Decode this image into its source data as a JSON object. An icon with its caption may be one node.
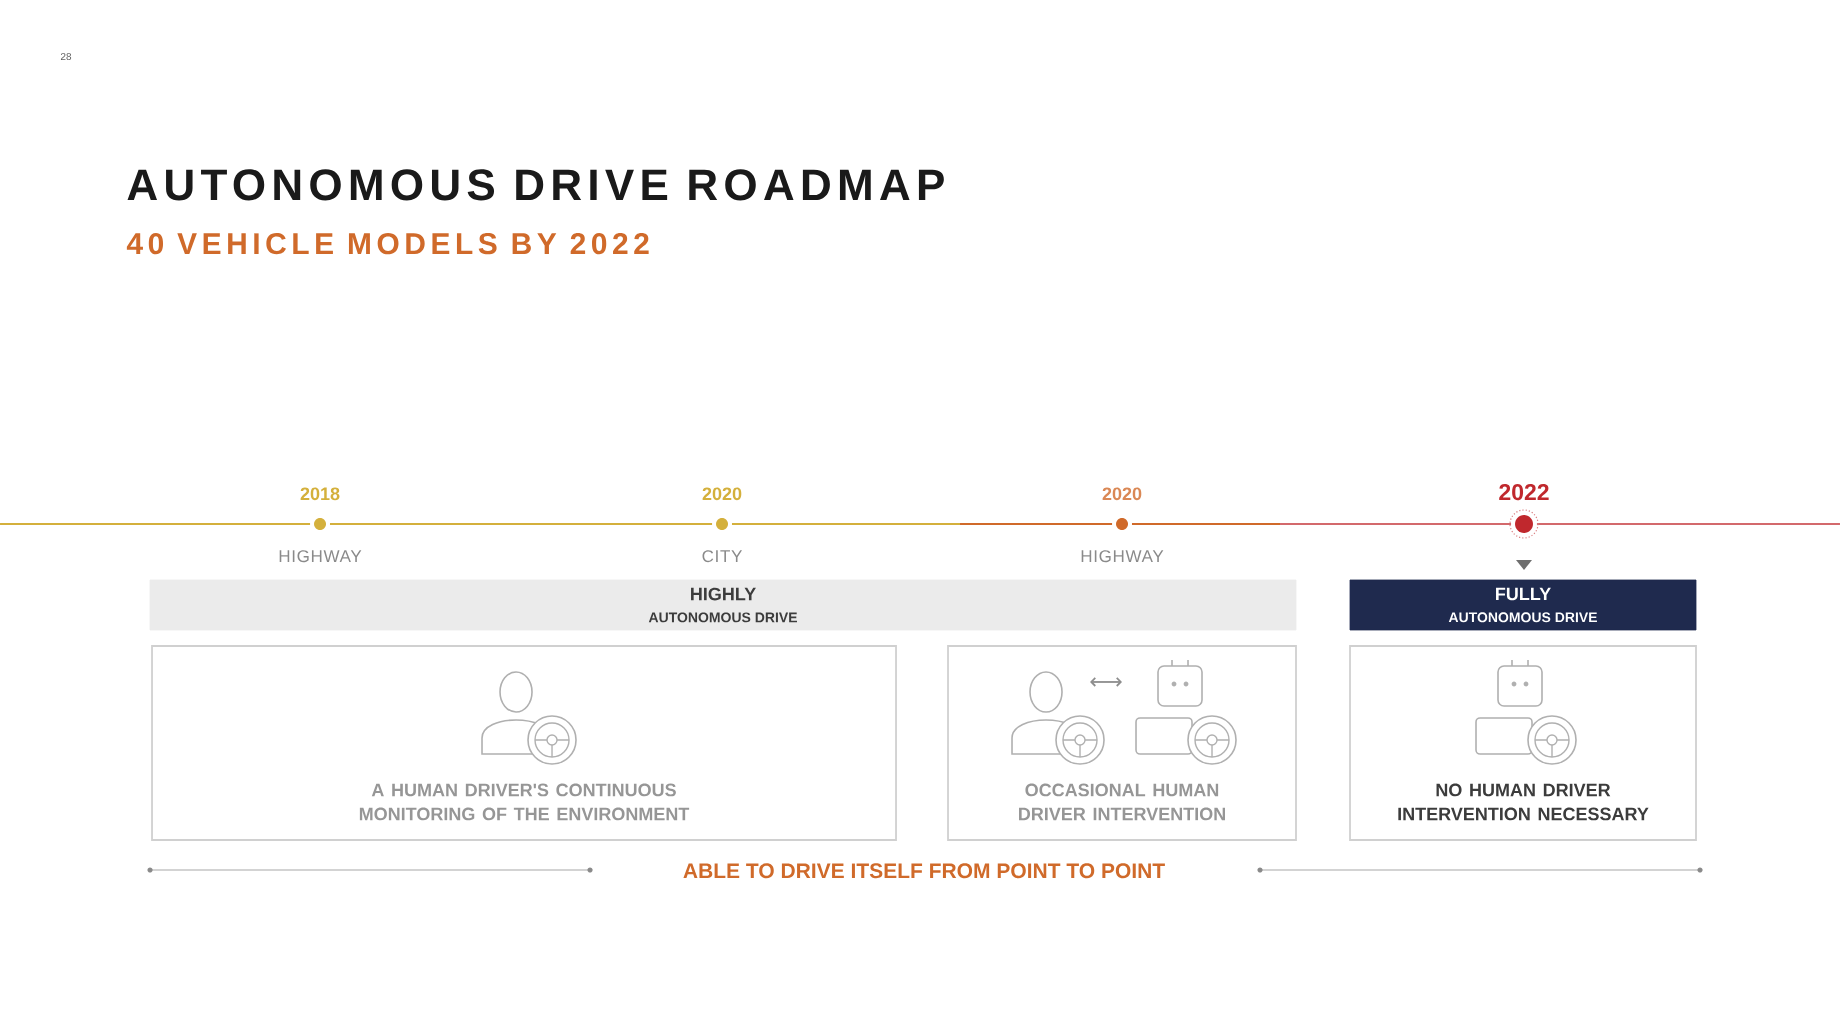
{
  "diagram": {
    "title": "AUTONOMOUS DRIVE ROADMAP",
    "nodes": [
      {
        "text": [
          "HIGHLY",
          "AUTONOMOUS DRIVE"
        ]
      },
      {
        "text": [
          "FULLY",
          "AUTONOMOUS DRIVE"
        ]
      },
      {
        "text": [
          "A HUMAN DRIVER'S CONTINUOUS MONITORING OF THE ENVIRONMENT"
        ]
      },
      {
        "text": [
          "OCCASIONAL HUMAN DRIVER INTERVENTION"
        ]
      },
      {
        "text": [
          "NO HUMAN DRIVER INTERVENTION NECESSARY"
        ]
      }
    ],
    "labels": [
      "28",
      "40 VEHICLE MODELS BY 2022",
      "2018",
      "2020",
      "2020",
      "2022",
      "HIGHWAY",
      "CITY",
      "HIGHWAY",
      "ABLE TO DRIVE ITSELF FROM POINT TO POINT"
    ]
  }
}
